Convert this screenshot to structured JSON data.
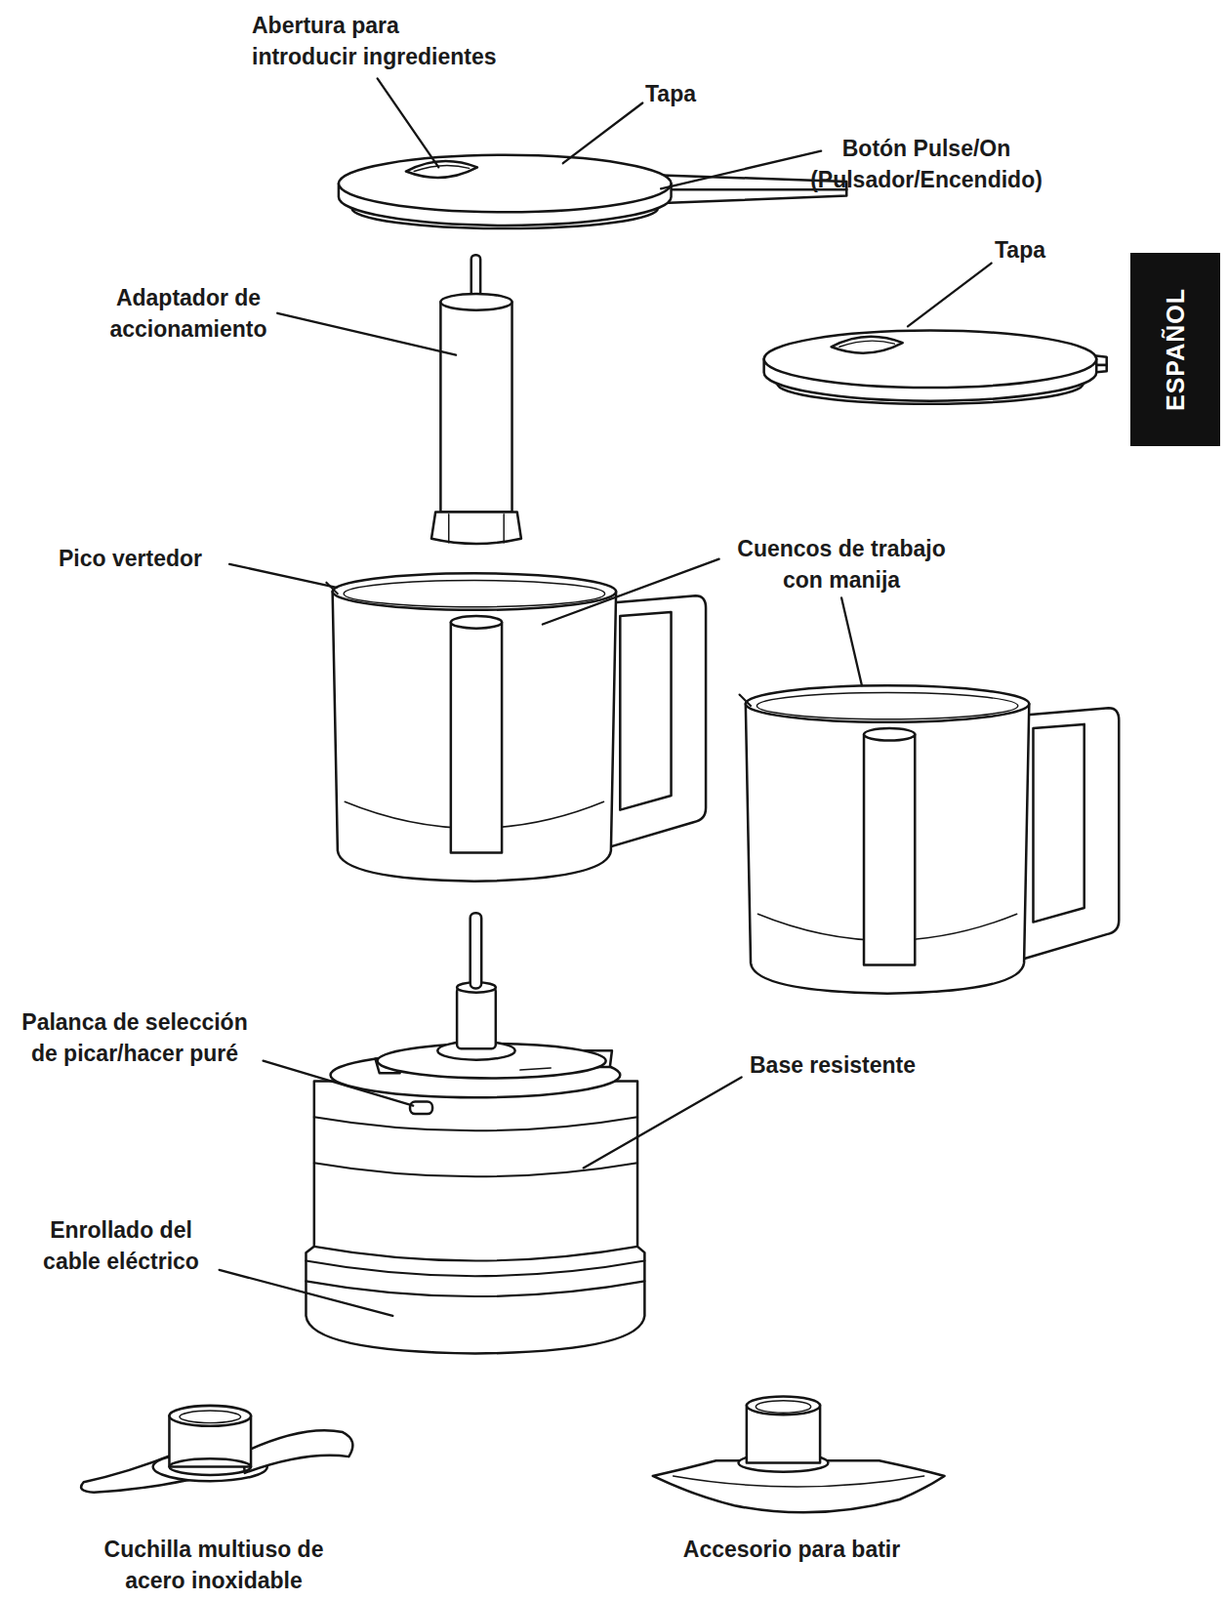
{
  "diagram": {
    "nodes": [
      {
        "text": [
          "ESPAÑOL"
        ]
      }
    ],
    "labels": [
      "Abertura para introducir ingredientes",
      "Tapa",
      "Botón Pulse/On (Pulsador/Encendido)",
      "Tapa",
      "Adaptador de accionamiento",
      "Pico vertedor",
      "Cuencos de trabajo con manija",
      "Palanca de selección de picar/hacer puré",
      "Base resistente",
      "Enrollado del cable eléctrico",
      "Cuchilla multiuso de acero inoxidable",
      "Accesorio para batir"
    ]
  }
}
